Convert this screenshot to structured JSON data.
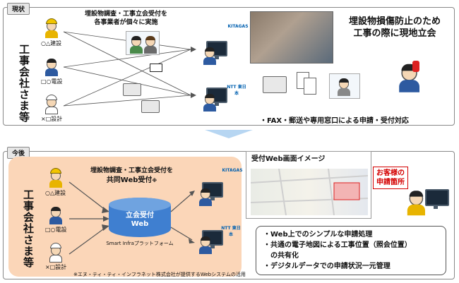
{
  "top": {
    "tag": "現状",
    "side_label": "工事会社さま等",
    "companies": [
      "○△建設",
      "□○電設",
      "×□設計"
    ],
    "caption_line1": "埋設物調査・工事立会受付を",
    "caption_line2": "各事業者が個々に実施",
    "logos": [
      "KITAGAS",
      "NTT 東日本"
    ],
    "headline_line1": "埋設物損傷防止のため",
    "headline_line2": "工事の際に現地立会",
    "note": "・FAX・郵送や専用窓口による申請・受付対応"
  },
  "bottom": {
    "tag": "今後",
    "side_label": "工事会社さま等",
    "companies": [
      "○△建設",
      "□○電設",
      "×□設計"
    ],
    "caption_line1": "埋設物調査・工事立会受付を",
    "caption_line2": "共同Web受付",
    "caption_mark": "※",
    "db_line1": "立会受付",
    "db_line2": "Web",
    "platform": "Smart Infraプラットフォーム",
    "logos": [
      "KITAGAS",
      "NTT 東日本"
    ],
    "footnote": "※エヌ・ティ・ティ・インフラネット株式会社が提供するWebシステムの活用",
    "screen_title": "受付Web画面イメージ",
    "callout_line1": "お客様の",
    "callout_line2": "申請箇所",
    "bullets": [
      "・Web上でのシンプルな申請処理",
      "・共通の電子地図による工事位置（照会位置）",
      "　の共有化",
      "・デジタルデータでの申請状況一元管理"
    ]
  }
}
